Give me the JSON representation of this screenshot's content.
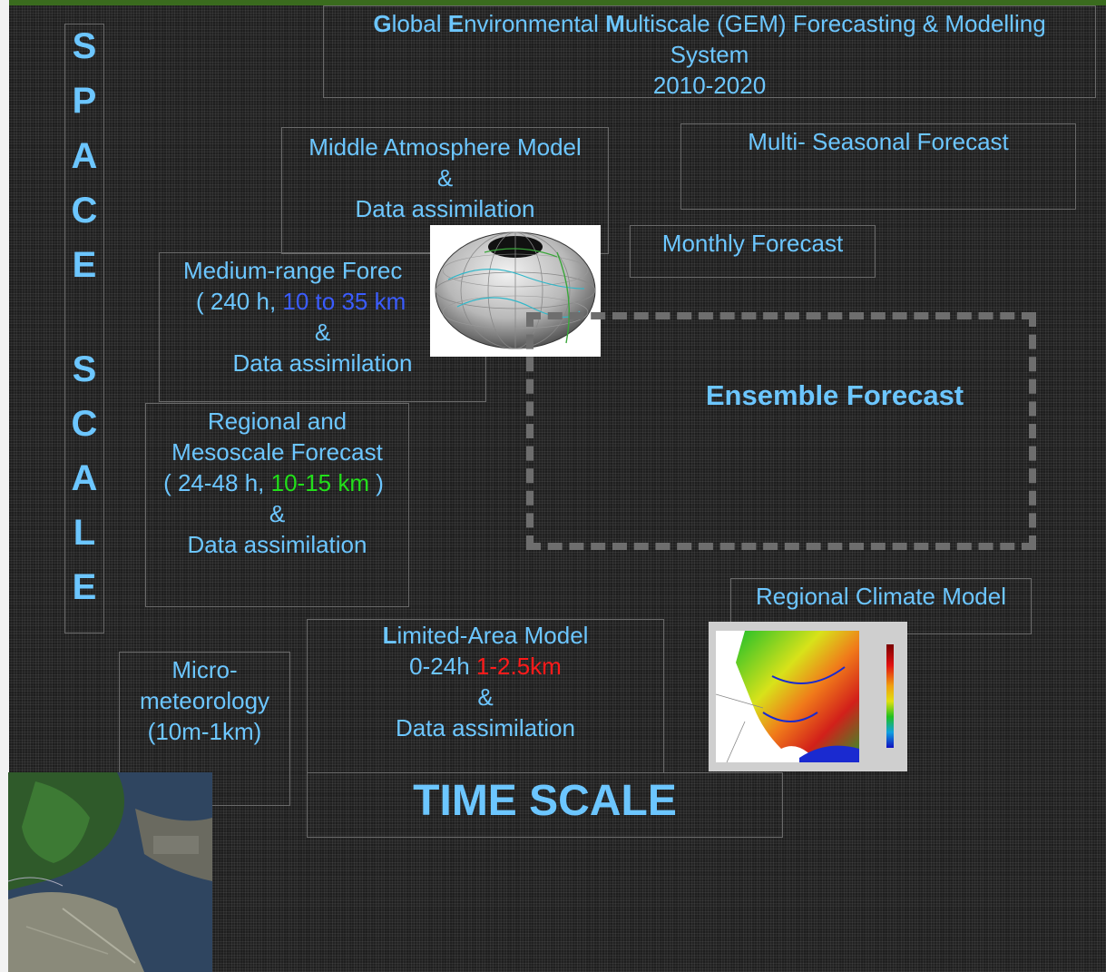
{
  "header": {
    "title_line1_parts": [
      "G",
      "lobal ",
      "E",
      "nvironmental ",
      "M",
      "ultiscale (GEM) Forecasting & Modelling"
    ],
    "title_line2": "System",
    "title_line3": "2010-2020"
  },
  "space_scale": {
    "letters": [
      "S",
      "P",
      "A",
      "C",
      "E",
      "S",
      "C",
      "A",
      "L",
      "E"
    ]
  },
  "boxes": {
    "middle_atmosphere": {
      "line1": "Middle Atmosphere Model",
      "line2": "&",
      "line3": "Data assimilation"
    },
    "multi_seasonal": {
      "line1": "Multi- Seasonal Forecast"
    },
    "monthly": {
      "line1": "Monthly Forecast"
    },
    "medium_range": {
      "line1": "Medium-range Forec",
      "line2_pre": "( 240 h, ",
      "line2_blue": "10 to 35 km",
      "line3": "&",
      "line4": "Data assimilation"
    },
    "regional_meso": {
      "line1": "Regional and",
      "line2": "Mesoscale Forecast",
      "line3_pre": "( 24-48 h, ",
      "line3_green": "10-15 km",
      "line3_post": " )",
      "line4": "&",
      "line5": "Data assimilation"
    },
    "ensemble": {
      "label": "Ensemble Forecast"
    },
    "regional_climate": {
      "line1": "Regional Climate Model"
    },
    "limited_area": {
      "line1_first": "L",
      "line1_rest": "imited-Area Model",
      "line2_pre": "0-24h ",
      "line2_red": "1-2.5km",
      "line3": "&",
      "line4": "Data assimilation"
    },
    "micro": {
      "line1": "Micro-",
      "line2": "meteorology",
      "line3": "(10m-1km)"
    }
  },
  "time_scale": {
    "label": "TIME SCALE"
  },
  "colors": {
    "text": "#6cc6ff",
    "blue": "#3a5cff",
    "green": "#22e01a",
    "red": "#ff1a1a",
    "background": "#1e1e1e"
  },
  "images": {
    "globe": "globe-grid-icon",
    "climate_map": "regional-climate-map-icon",
    "satellite": "satellite-photo-icon"
  }
}
